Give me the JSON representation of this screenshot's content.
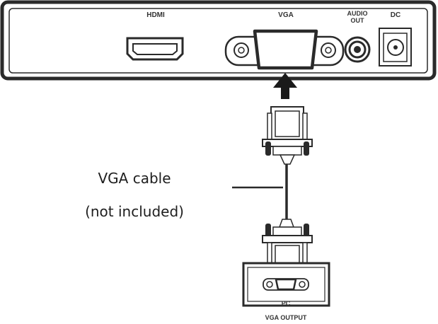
{
  "ports": {
    "hdmi": "HDMI",
    "vga": "VGA",
    "audio_line1": "AUDIO",
    "audio_line2": "OUT",
    "dc": "DC"
  },
  "cable": {
    "label_line1": "VGA cable",
    "label_line2": "(not included)"
  },
  "pc": {
    "label": "PC",
    "output_label": "VGA OUTPUT"
  },
  "icons": [
    "hdmi-port-icon",
    "vga-port-icon",
    "audio-jack-icon",
    "dc-jack-icon",
    "arrow-up-icon",
    "vga-plug-icon"
  ],
  "colors": {
    "outline": "#2a2a2a",
    "panel_fill": "#ffffff",
    "text": "#1e1e1e"
  }
}
